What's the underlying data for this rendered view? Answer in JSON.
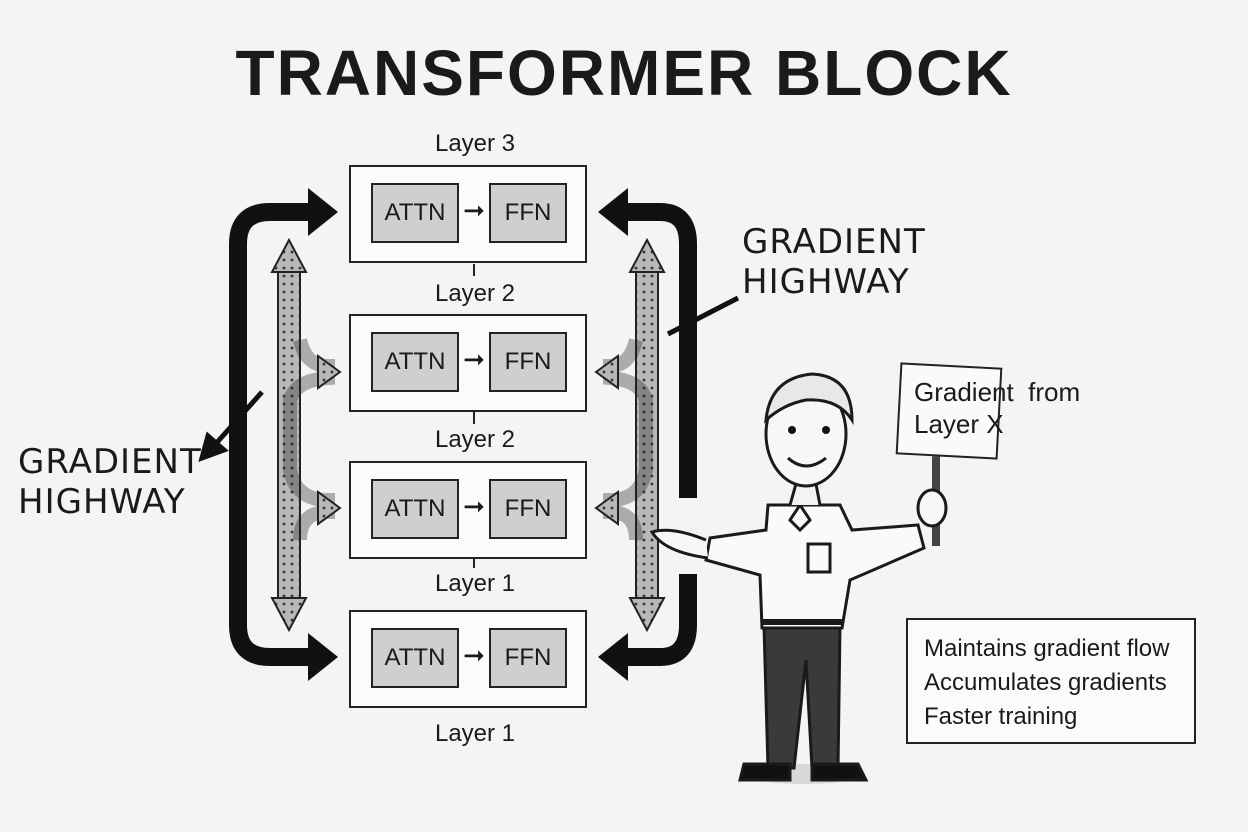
{
  "title": "TRANSFORMER BLOCK",
  "layers": [
    {
      "label": "Layer 3",
      "attn": "ATTN",
      "ffn": "FFN"
    },
    {
      "label": "Layer 2",
      "attn": "ATTN",
      "ffn": "FFN"
    },
    {
      "label": "Layer 2",
      "attn": "ATTN",
      "ffn": "FFN"
    },
    {
      "label": "Layer 1",
      "attn": "ATTN",
      "ffn": "FFN"
    }
  ],
  "bottom_label": "Layer 1",
  "gradient_highway_left": [
    "GRADIENT",
    "HIGHWAY"
  ],
  "gradient_highway_right": [
    "GRADIENT",
    "HIGHWAY"
  ],
  "sign": [
    "Gradient  from",
    "Layer X"
  ],
  "features": [
    "Maintains gradient flow",
    "Accumulates gradients",
    "Faster training"
  ]
}
